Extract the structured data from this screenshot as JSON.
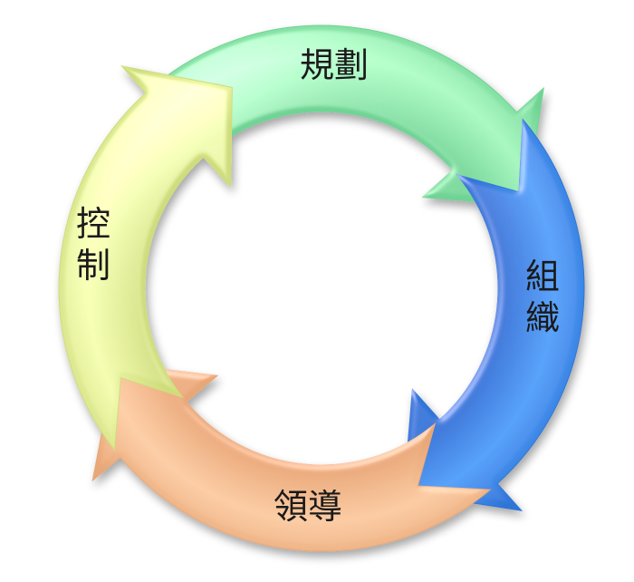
{
  "diagram": {
    "stages": [
      {
        "id": "planning",
        "label": "規劃",
        "color": "#9ff2b8",
        "shade": "#6fd394",
        "orientation": "horizontal"
      },
      {
        "id": "organizing",
        "label": "組織",
        "color": "#4f9ef8",
        "shade": "#2f74d8",
        "orientation": "vertical"
      },
      {
        "id": "leading",
        "label": "領導",
        "color": "#f9c9a0",
        "shade": "#e8a777",
        "orientation": "horizontal"
      },
      {
        "id": "controlling",
        "label": "控制",
        "color": "#eef7a8",
        "shade": "#cfdc7c",
        "orientation": "vertical"
      }
    ]
  }
}
